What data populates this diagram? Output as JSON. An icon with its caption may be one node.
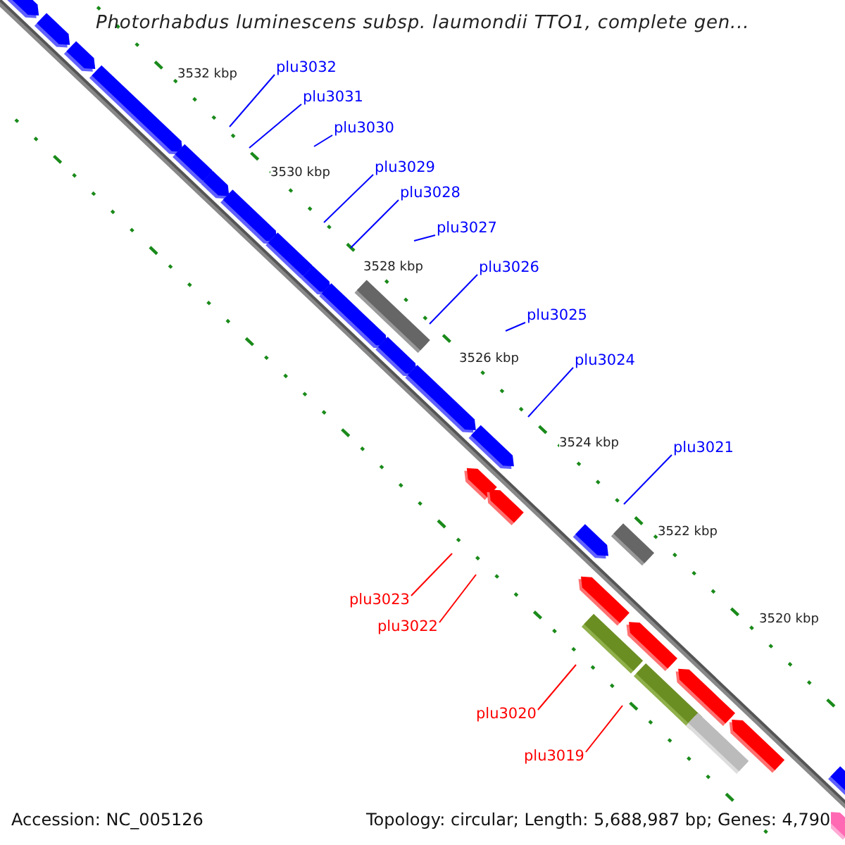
{
  "diagram": {
    "title": "Photorhabdus luminescens subsp. laumondii TTO1, complete gen...",
    "nodes": [
      {
        "text": [
          "plu3032"
        ]
      },
      {
        "text": [
          "plu3031"
        ]
      },
      {
        "text": [
          "plu3030"
        ]
      },
      {
        "text": [
          "plu3029"
        ]
      },
      {
        "text": [
          "plu3028"
        ]
      },
      {
        "text": [
          "plu3027"
        ]
      },
      {
        "text": [
          "plu3026"
        ]
      },
      {
        "text": [
          "plu3025"
        ]
      },
      {
        "text": [
          "plu3024"
        ]
      },
      {
        "text": [
          "plu3021"
        ]
      },
      {
        "text": [
          "plu3023"
        ]
      },
      {
        "text": [
          "plu3022"
        ]
      },
      {
        "text": [
          "plu3020"
        ]
      },
      {
        "text": [
          "plu3019"
        ]
      }
    ],
    "edges": [
      {
        "from": 0,
        "to": null,
        "arrow": "none"
      },
      {
        "from": 1,
        "to": null,
        "arrow": "none"
      },
      {
        "from": 2,
        "to": null,
        "arrow": "none"
      },
      {
        "from": 3,
        "to": null,
        "arrow": "none"
      },
      {
        "from": 4,
        "to": null,
        "arrow": "none"
      },
      {
        "from": 5,
        "to": null,
        "arrow": "none"
      },
      {
        "from": 6,
        "to": null,
        "arrow": "none"
      },
      {
        "from": 7,
        "to": null,
        "arrow": "none"
      },
      {
        "from": 8,
        "to": null,
        "arrow": "none"
      },
      {
        "from": 9,
        "to": null,
        "arrow": "none"
      },
      {
        "from": 10,
        "to": null,
        "arrow": "none",
        "color": "#ff0000"
      },
      {
        "from": 11,
        "to": null,
        "arrow": "none",
        "color": "#ff0000"
      },
      {
        "from": 12,
        "to": null,
        "arrow": "none",
        "color": "#ff0000"
      },
      {
        "from": 13,
        "to": null,
        "arrow": "none",
        "color": "#ff0000"
      }
    ],
    "labels": [
      "3532 kbp",
      "3530 kbp",
      "3528 kbp",
      "3526 kbp",
      "3524 kbp",
      "3522 kbp",
      "3520 kbp",
      "Accession: NC_005126",
      "Topology: circular; Length: 5,688,987 bp; Genes: 4,790"
    ]
  }
}
